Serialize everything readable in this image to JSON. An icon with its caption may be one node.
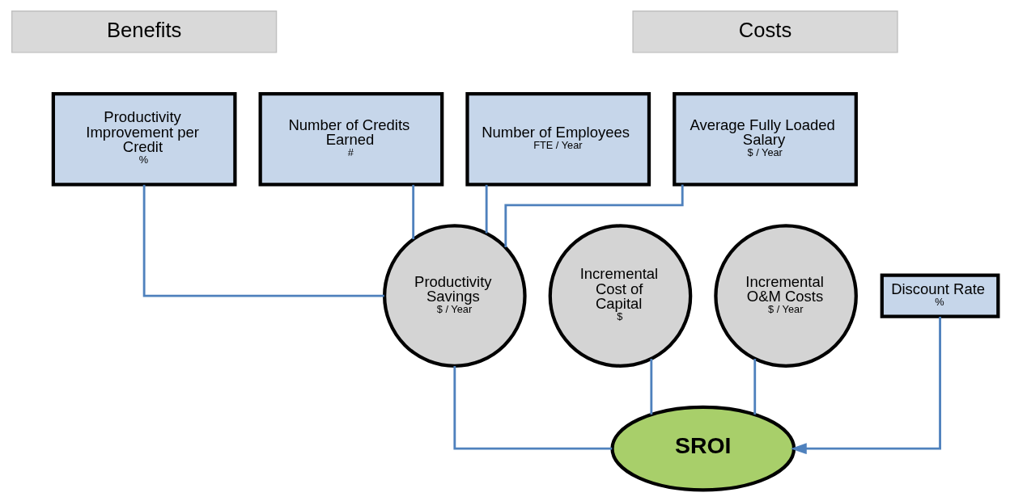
{
  "diagram": {
    "nodes": [
      {
        "text": [
          "Benefits"
        ]
      },
      {
        "text": [
          "Costs"
        ]
      },
      {
        "text": [
          "Number of Credits Earned",
          "#"
        ]
      },
      {
        "text": [
          "Productivity Improvement per Credit",
          "%"
        ]
      },
      {
        "text": [
          "Number of Employees",
          "FTE / Year"
        ]
      },
      {
        "text": [
          "Average Fully Loaded Salary",
          "$ / Year"
        ]
      },
      {
        "text": [
          "Productivity Savings",
          "$ / Year"
        ]
      },
      {
        "text": [
          "Incremental Cost of Capital",
          "$"
        ]
      },
      {
        "text": [
          "Incremental O&M Costs",
          "$ / Year"
        ]
      },
      {
        "text": [
          "Discount Rate",
          "%"
        ]
      },
      {
        "text": [
          "SROI"
        ]
      }
    ],
    "edges": [
      {
        "from": 2,
        "to": 6,
        "arrow": "none"
      },
      {
        "from": 3,
        "to": 6,
        "arrow": "none"
      },
      {
        "from": 4,
        "to": 6,
        "arrow": "none"
      },
      {
        "from": 5,
        "to": 6,
        "arrow": "none"
      },
      {
        "from": 6,
        "to": 10,
        "arrow": "none"
      },
      {
        "from": 7,
        "to": 10,
        "arrow": "none"
      },
      {
        "from": 8,
        "to": 10,
        "arrow": "none"
      },
      {
        "from": 9,
        "to": 10,
        "arrow": "to"
      }
    ]
  }
}
